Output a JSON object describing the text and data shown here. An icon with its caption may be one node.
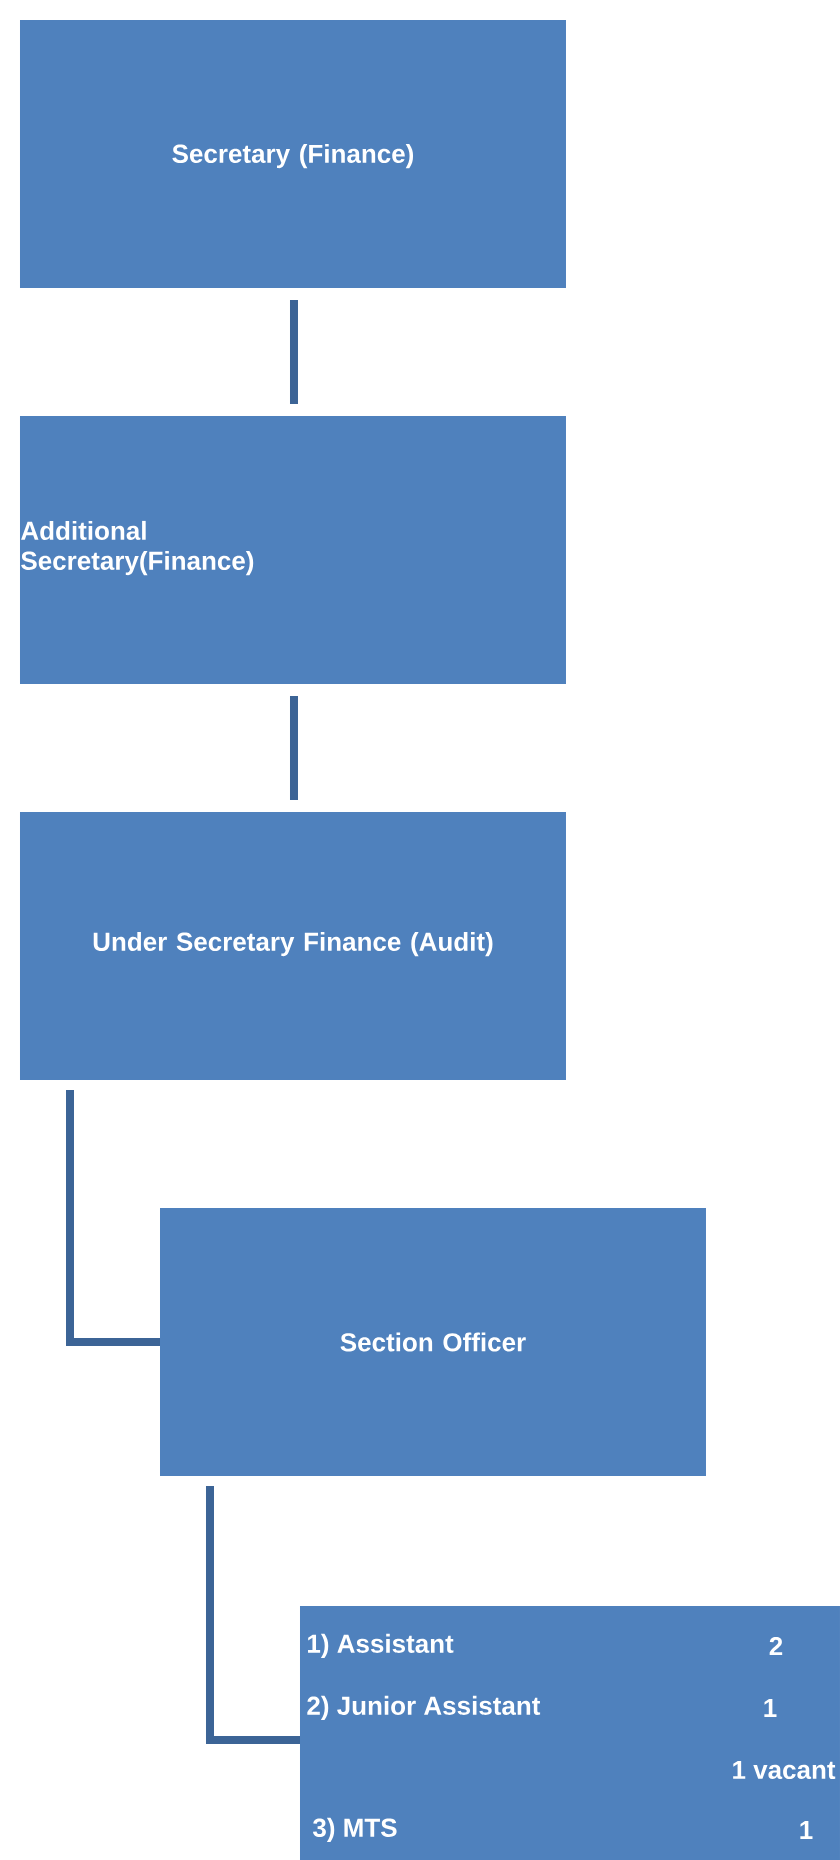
{
  "diagram": {
    "nodes": [
      {
        "text": [
          "Secretary (Finance)"
        ]
      },
      {
        "text": [
          "Additional Secretary(Finance)"
        ]
      },
      {
        "text": [
          "Under Secretary Finance (Audit)"
        ]
      },
      {
        "text": [
          "Section Officer"
        ]
      },
      {
        "text": [
          "1) Assistant",
          "2",
          "2) Junior Assistant",
          "1",
          "1 vacant",
          "3)  MTS",
          "1"
        ]
      }
    ],
    "edges": [
      {
        "from": 0,
        "to": 1,
        "arrow": "none"
      },
      {
        "from": 1,
        "to": 2,
        "arrow": "none"
      },
      {
        "from": 2,
        "to": 3,
        "arrow": "none"
      },
      {
        "from": 3,
        "to": 4,
        "arrow": "none"
      }
    ]
  }
}
